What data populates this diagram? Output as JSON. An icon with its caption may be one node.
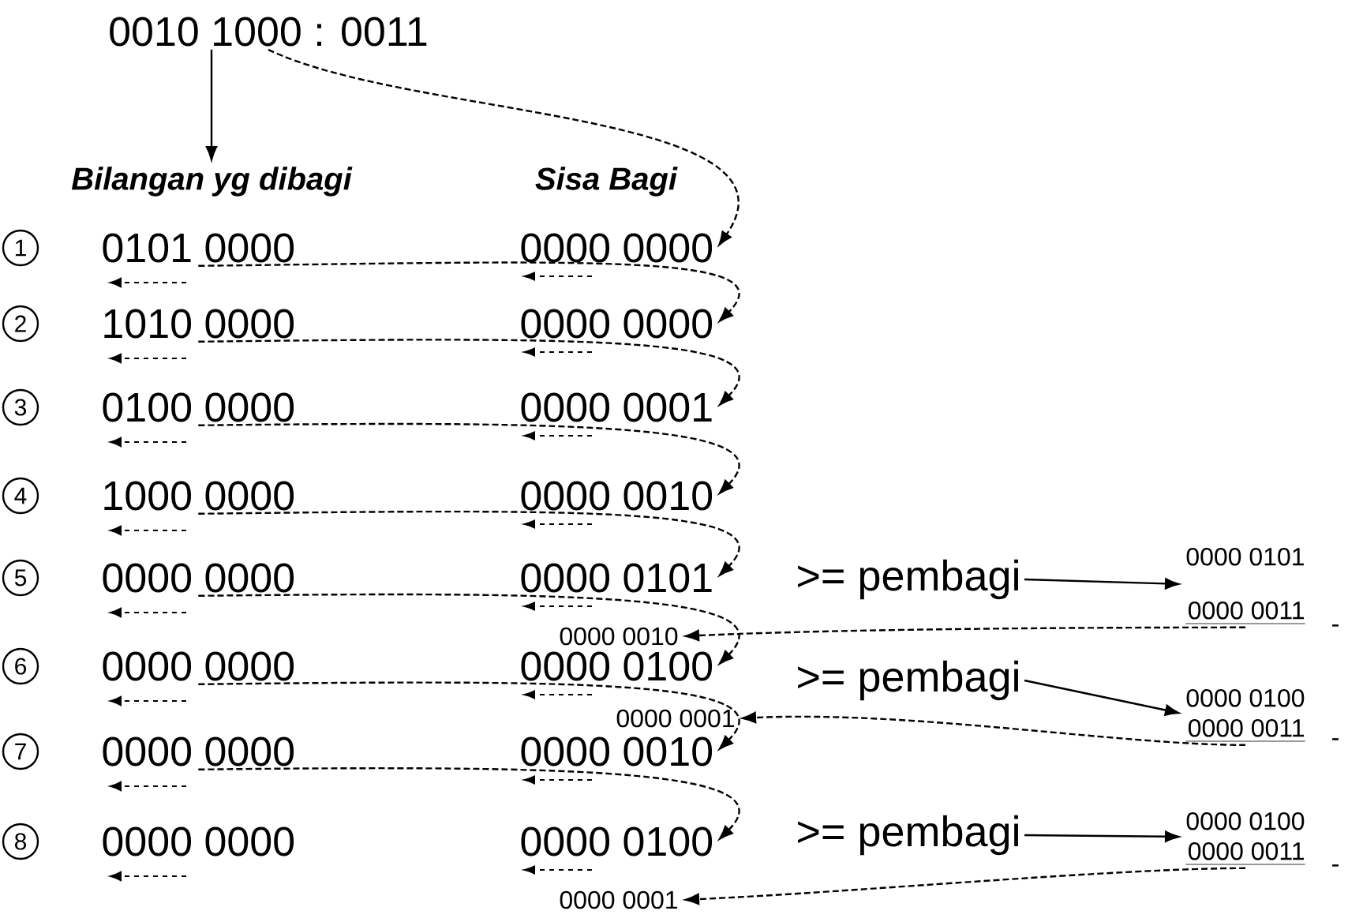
{
  "diagram": {
    "nodes": [
      {
        "text": [
          "0010 1000 : 0011"
        ]
      },
      {
        "text": [
          "Bilangan yg dibagi"
        ]
      },
      {
        "text": [
          "Sisa Bagi"
        ]
      },
      {
        "text": [
          "1"
        ]
      },
      {
        "text": [
          "0101 0000"
        ]
      },
      {
        "text": [
          "0000 0000"
        ]
      },
      {
        "text": [
          "2"
        ]
      },
      {
        "text": [
          "1010 0000"
        ]
      },
      {
        "text": [
          "0000 0000"
        ]
      },
      {
        "text": [
          "3"
        ]
      },
      {
        "text": [
          "0100 0000"
        ]
      },
      {
        "text": [
          "0000 0001"
        ]
      },
      {
        "text": [
          "4"
        ]
      },
      {
        "text": [
          "1000 0000"
        ]
      },
      {
        "text": [
          "0000 0010"
        ]
      },
      {
        "text": [
          "5"
        ]
      },
      {
        "text": [
          "0000 0000"
        ]
      },
      {
        "text": [
          "0000 0101"
        ]
      },
      {
        "text": [
          ">= pembagi"
        ]
      },
      {
        "text": [
          "0000 0101",
          "0000 0011"
        ]
      },
      {
        "text": [
          "0000 0010"
        ]
      },
      {
        "text": [
          "6"
        ]
      },
      {
        "text": [
          "0000 0000"
        ]
      },
      {
        "text": [
          "0000 0100"
        ]
      },
      {
        "text": [
          ">= pembagi"
        ]
      },
      {
        "text": [
          "0000 0100",
          "0000 0011"
        ]
      },
      {
        "text": [
          "0000 0001"
        ]
      },
      {
        "text": [
          "7"
        ]
      },
      {
        "text": [
          "0000 0000"
        ]
      },
      {
        "text": [
          "0000 0010"
        ]
      },
      {
        "text": [
          "8"
        ]
      },
      {
        "text": [
          "0000 0000"
        ]
      },
      {
        "text": [
          "0000 0100"
        ]
      },
      {
        "text": [
          ">= pembagi"
        ]
      },
      {
        "text": [
          "0000 0100",
          "0000 0011"
        ]
      },
      {
        "text": [
          "0000 0001"
        ]
      }
    ],
    "edges": [
      {
        "from": 0,
        "to": 1,
        "arrow": "to"
      },
      {
        "from": 0,
        "to": 5,
        "arrow": "to",
        "style": "dashed"
      },
      {
        "from": 4,
        "to": 8,
        "arrow": "to",
        "style": "dashed"
      },
      {
        "from": 7,
        "to": 11,
        "arrow": "to",
        "style": "dashed"
      },
      {
        "from": 10,
        "to": 14,
        "arrow": "to",
        "style": "dashed"
      },
      {
        "from": 13,
        "to": 17,
        "arrow": "to",
        "style": "dashed"
      },
      {
        "from": 16,
        "to": 23,
        "arrow": "to",
        "style": "dashed"
      },
      {
        "from": 22,
        "to": 29,
        "arrow": "to",
        "style": "dashed"
      },
      {
        "from": 28,
        "to": 32,
        "arrow": "to",
        "style": "dashed"
      },
      {
        "from": 18,
        "to": 19,
        "arrow": "to"
      },
      {
        "from": 24,
        "to": 25,
        "arrow": "to"
      },
      {
        "from": 33,
        "to": 34,
        "arrow": "to"
      },
      {
        "from": 19,
        "to": 20,
        "arrow": "to",
        "style": "dashed"
      },
      {
        "from": 25,
        "to": 26,
        "arrow": "to",
        "style": "dashed"
      },
      {
        "from": 34,
        "to": 35,
        "arrow": "to",
        "style": "dashed"
      }
    ],
    "labels": [
      "-",
      "-",
      "-"
    ]
  }
}
